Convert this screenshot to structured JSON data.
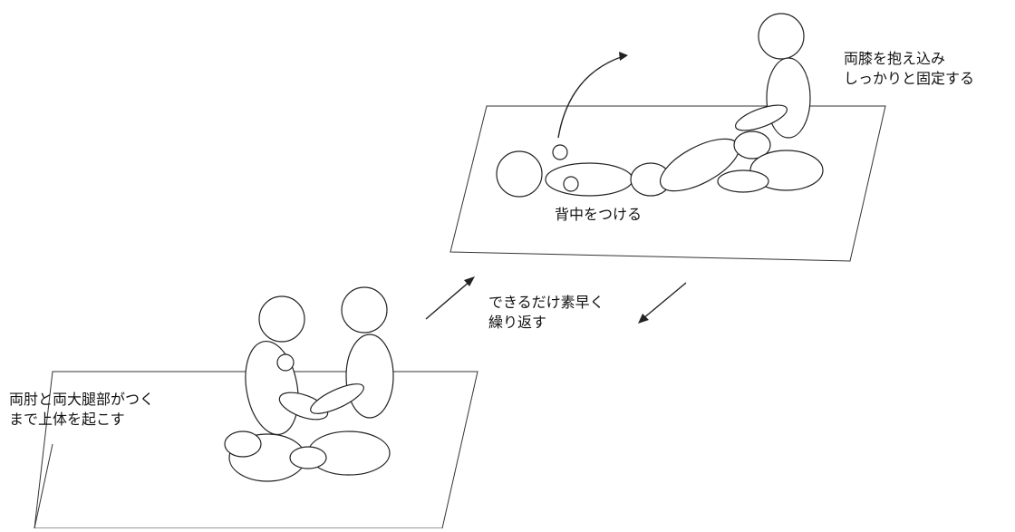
{
  "annotations": {
    "top_right": [
      "両膝を抱え込み",
      "しっかりと固定する"
    ],
    "lying": "背中をつける",
    "middle": [
      "できるだけ素早く",
      "繰り返す"
    ],
    "bottom_left": [
      "両肘と両大腿部がつく",
      "まで上体を起こす"
    ]
  }
}
